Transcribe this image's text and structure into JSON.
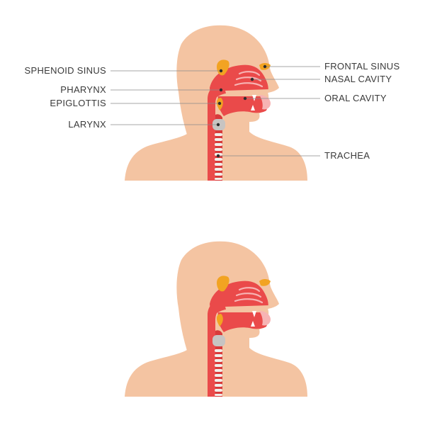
{
  "colors": {
    "skin": "#f4c4a2",
    "airway": "#ea4a4a",
    "airway_dark": "#d83a3a",
    "tissue_light": "#f7b4b4",
    "sinus": "#f2a322",
    "cartilage": "#f2eeea",
    "larynx": "#c7c4c2",
    "label_text": "#3a3a3a",
    "leader_line": "#8a8a8a"
  },
  "figures": {
    "labeled": {
      "labels": {
        "sphenoid_sinus": "SPHENOID SINUS",
        "pharynx": "PHARYNX",
        "epiglottis": "EPIGLOTTIS",
        "larynx": "LARYNX",
        "frontal_sinus": "FRONTAL SINUS",
        "nasal_cavity": "NASAL CAVITY",
        "oral_cavity": "ORAL CAVITY",
        "trachea": "TRACHEA"
      }
    },
    "unlabeled": {}
  }
}
